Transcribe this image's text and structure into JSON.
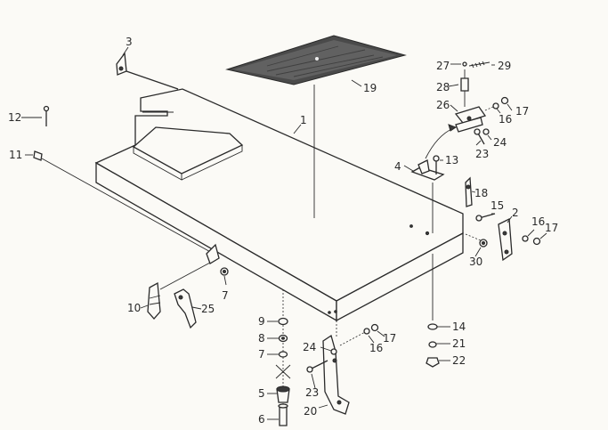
{
  "parts": [
    {
      "id": "p1",
      "n": "1"
    },
    {
      "id": "p2",
      "n": "2"
    },
    {
      "id": "p3",
      "n": "3"
    },
    {
      "id": "p4",
      "n": "4"
    },
    {
      "id": "p5",
      "n": "5"
    },
    {
      "id": "p6",
      "n": "6"
    },
    {
      "id": "p7a",
      "n": "7"
    },
    {
      "id": "p7b",
      "n": "7"
    },
    {
      "id": "p8",
      "n": "8"
    },
    {
      "id": "p9",
      "n": "9"
    },
    {
      "id": "p10",
      "n": "10"
    },
    {
      "id": "p11",
      "n": "11"
    },
    {
      "id": "p12",
      "n": "12"
    },
    {
      "id": "p13",
      "n": "13"
    },
    {
      "id": "p14",
      "n": "14"
    },
    {
      "id": "p15",
      "n": "15"
    },
    {
      "id": "p16a",
      "n": "16"
    },
    {
      "id": "p16b",
      "n": "16"
    },
    {
      "id": "p16c",
      "n": "16"
    },
    {
      "id": "p17a",
      "n": "17"
    },
    {
      "id": "p17b",
      "n": "17"
    },
    {
      "id": "p17c",
      "n": "17"
    },
    {
      "id": "p18",
      "n": "18"
    },
    {
      "id": "p19",
      "n": "19"
    },
    {
      "id": "p20",
      "n": "20"
    },
    {
      "id": "p21",
      "n": "21"
    },
    {
      "id": "p22",
      "n": "22"
    },
    {
      "id": "p23a",
      "n": "23"
    },
    {
      "id": "p23b",
      "n": "23"
    },
    {
      "id": "p24a",
      "n": "24"
    },
    {
      "id": "p24b",
      "n": "24"
    },
    {
      "id": "p25",
      "n": "25"
    },
    {
      "id": "p26",
      "n": "26"
    },
    {
      "id": "p27",
      "n": "27"
    },
    {
      "id": "p28",
      "n": "28"
    },
    {
      "id": "p29",
      "n": "29"
    },
    {
      "id": "p30",
      "n": "30"
    }
  ]
}
